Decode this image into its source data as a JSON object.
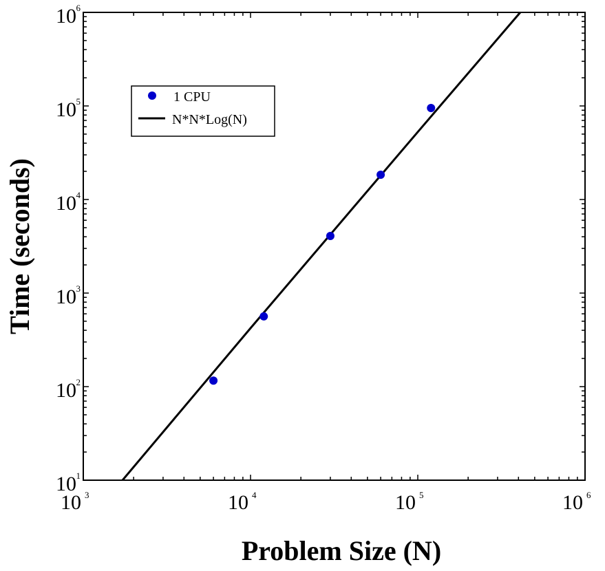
{
  "chart_data": {
    "type": "scatter",
    "title": "",
    "xlabel": "Problem Size (N)",
    "ylabel": "Time (seconds)",
    "x_scale": "log",
    "y_scale": "log",
    "xlim": [
      1000,
      1000000
    ],
    "ylim": [
      10,
      1000000
    ],
    "grid": false,
    "legend_position": "top-left",
    "x_ticks": [
      {
        "value": 1000,
        "base": "10",
        "exp": "3"
      },
      {
        "value": 10000,
        "base": "10",
        "exp": "4"
      },
      {
        "value": 100000,
        "base": "10",
        "exp": "5"
      },
      {
        "value": 1000000,
        "base": "10",
        "exp": "6"
      }
    ],
    "y_ticks": [
      {
        "value": 10,
        "base": "10",
        "exp": "1"
      },
      {
        "value": 100,
        "base": "10",
        "exp": "2"
      },
      {
        "value": 1000,
        "base": "10",
        "exp": "3"
      },
      {
        "value": 10000,
        "base": "10",
        "exp": "4"
      },
      {
        "value": 100000,
        "base": "10",
        "exp": "5"
      },
      {
        "value": 1000000,
        "base": "10",
        "exp": "6"
      }
    ],
    "series": [
      {
        "name": "1 CPU",
        "kind": "scatter",
        "color": "#0000cc",
        "x": [
          6000,
          12000,
          30000,
          60000,
          120000
        ],
        "y": [
          116,
          563,
          4080,
          18400,
          95000
        ]
      },
      {
        "name": "N*N*Log(N)",
        "kind": "line",
        "color": "#000000",
        "x": [
          1717,
          10000,
          100000,
          410000
        ],
        "y": [
          10,
          422,
          52750,
          1000000
        ]
      }
    ]
  }
}
